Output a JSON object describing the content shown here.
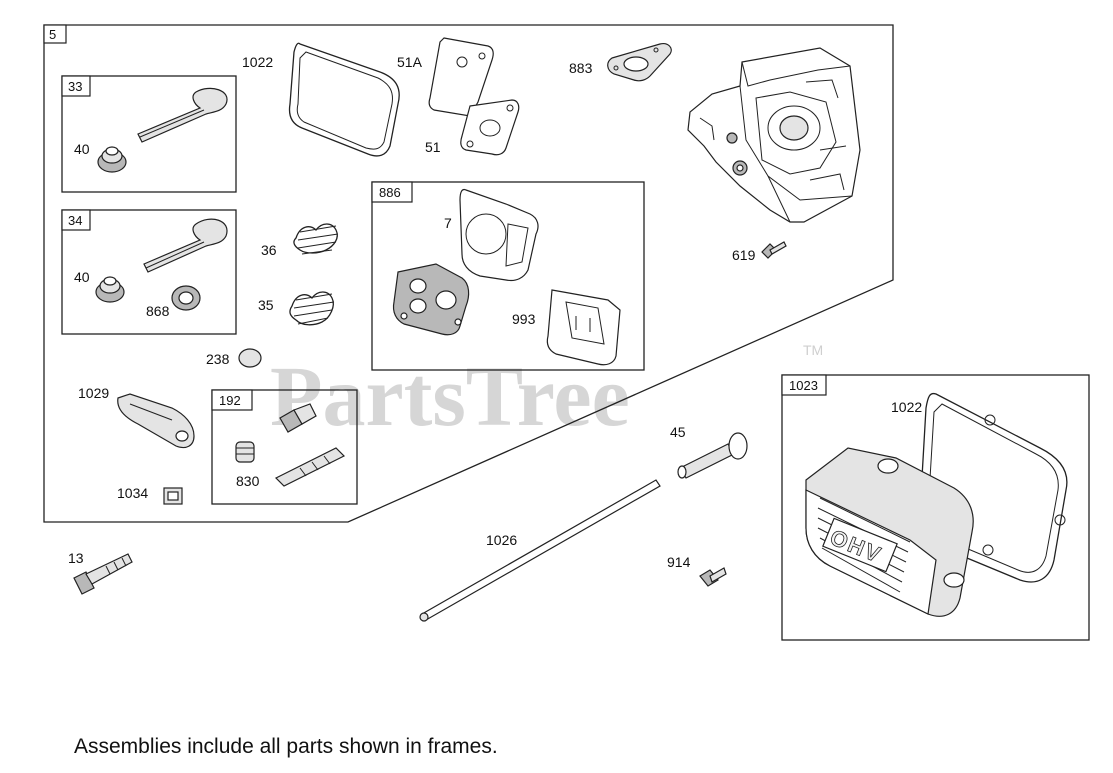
{
  "watermark": {
    "text": "PartsTree",
    "trademark": "TM"
  },
  "frames": {
    "main": "5",
    "valve_33": "33",
    "valve_34": "34",
    "gasket_set": "886",
    "breather": "192",
    "cover_assembly": "1023"
  },
  "parts": {
    "p1022a": "1022",
    "p51a": "51A",
    "p51": "51",
    "p883": "883",
    "p40a": "40",
    "p40b": "40",
    "p868": "868",
    "p36": "36",
    "p35": "35",
    "p7": "7",
    "p993": "993",
    "p619": "619",
    "p238": "238",
    "p1029": "1029",
    "p1034": "1034",
    "p830": "830",
    "p45": "45",
    "p1022b": "1022",
    "p13": "13",
    "p1026": "1026",
    "p914": "914"
  },
  "cover_logo": "OHV",
  "footnote": "Assemblies include all parts shown in frames."
}
